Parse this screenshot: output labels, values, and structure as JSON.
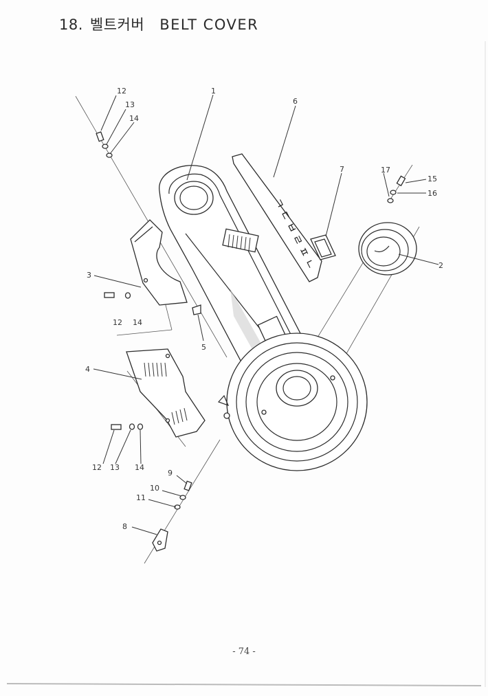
{
  "header": {
    "number": "18.",
    "title_ko": "벨트커버",
    "title_en": "BELT COVER"
  },
  "callouts": [
    "1",
    "2",
    "3",
    "4",
    "5",
    "6",
    "7",
    "8",
    "9",
    "10",
    "11",
    "12",
    "13",
    "14",
    "15",
    "16",
    "17"
  ],
  "callout_repeats": {
    "left_12": "12",
    "left_14": "14",
    "bottom_12": "12",
    "bottom_13": "13",
    "bottom_14": "14"
  },
  "page_number": "- 74 -"
}
